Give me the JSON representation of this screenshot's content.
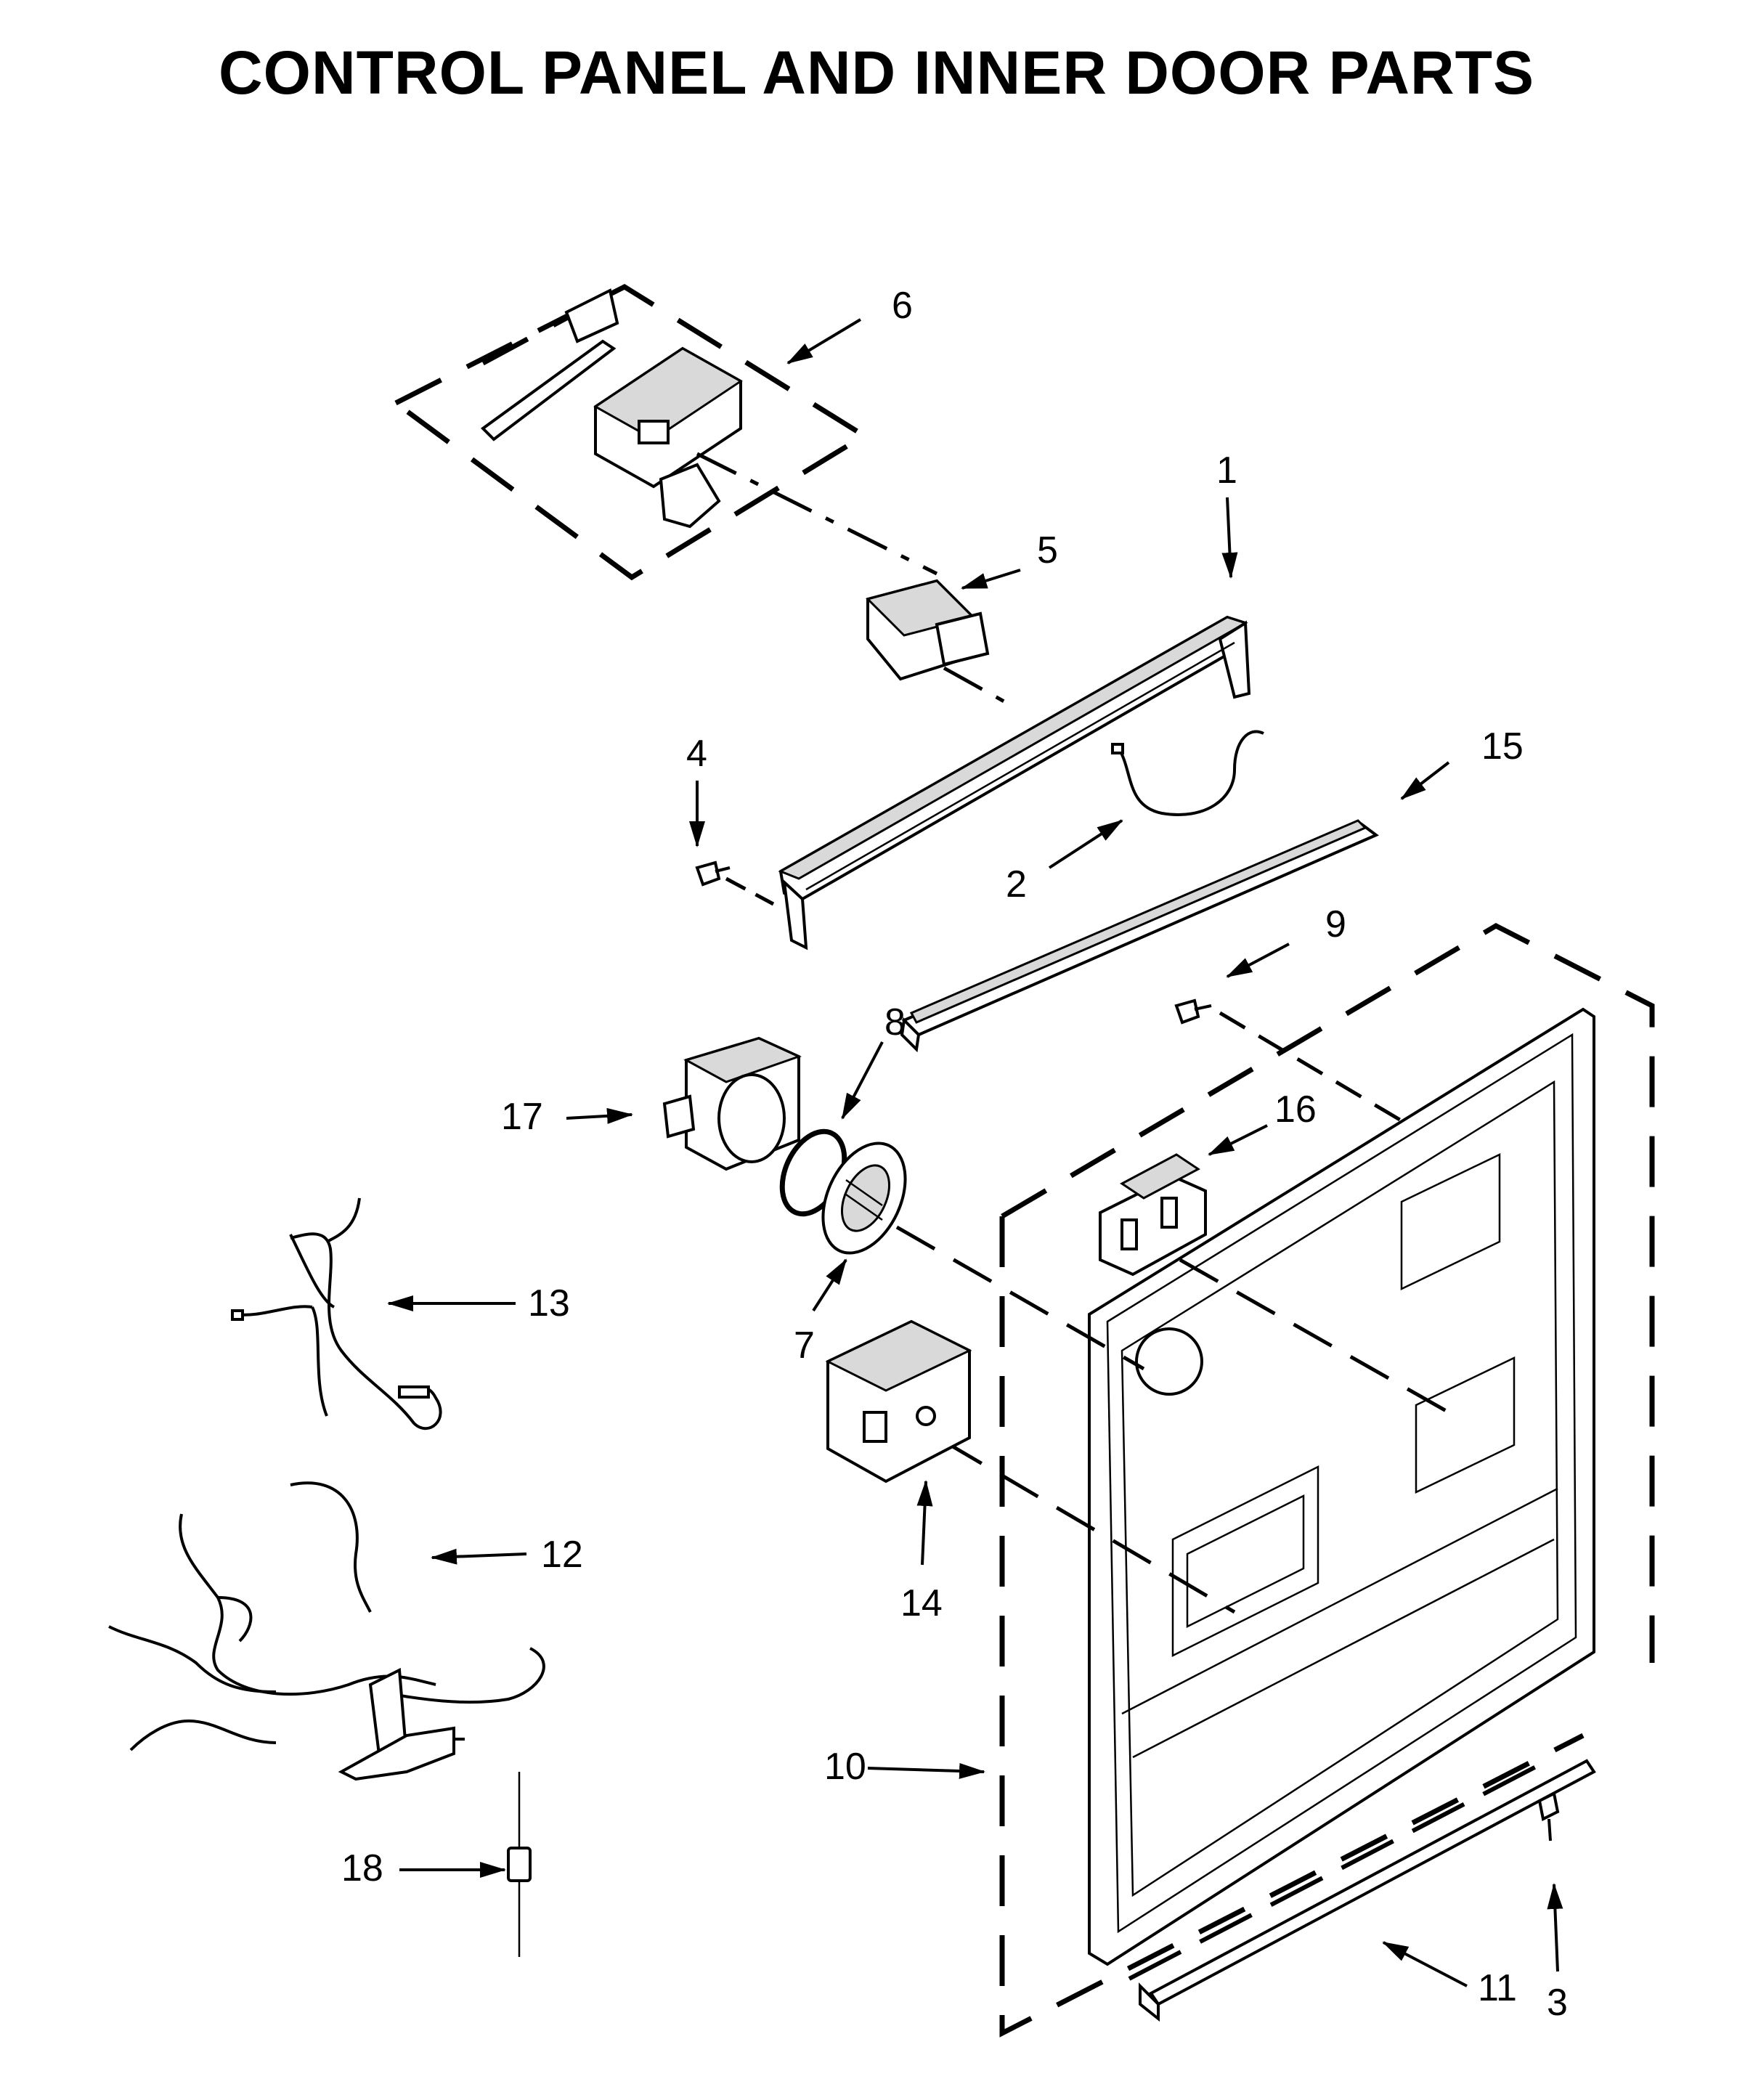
{
  "title": "CONTROL PANEL AND INNER DOOR PARTS",
  "callouts": [
    {
      "id": "1",
      "label": "1"
    },
    {
      "id": "2",
      "label": "2"
    },
    {
      "id": "3",
      "label": "3"
    },
    {
      "id": "4",
      "label": "4"
    },
    {
      "id": "5",
      "label": "5"
    },
    {
      "id": "6",
      "label": "6"
    },
    {
      "id": "7",
      "label": "7"
    },
    {
      "id": "8",
      "label": "8"
    },
    {
      "id": "9",
      "label": "9"
    },
    {
      "id": "10",
      "label": "10"
    },
    {
      "id": "11",
      "label": "11"
    },
    {
      "id": "12",
      "label": "12"
    },
    {
      "id": "13",
      "label": "13"
    },
    {
      "id": "14",
      "label": "14"
    },
    {
      "id": "15",
      "label": "15"
    },
    {
      "id": "16",
      "label": "16"
    },
    {
      "id": "17",
      "label": "17"
    },
    {
      "id": "18",
      "label": "18"
    }
  ]
}
